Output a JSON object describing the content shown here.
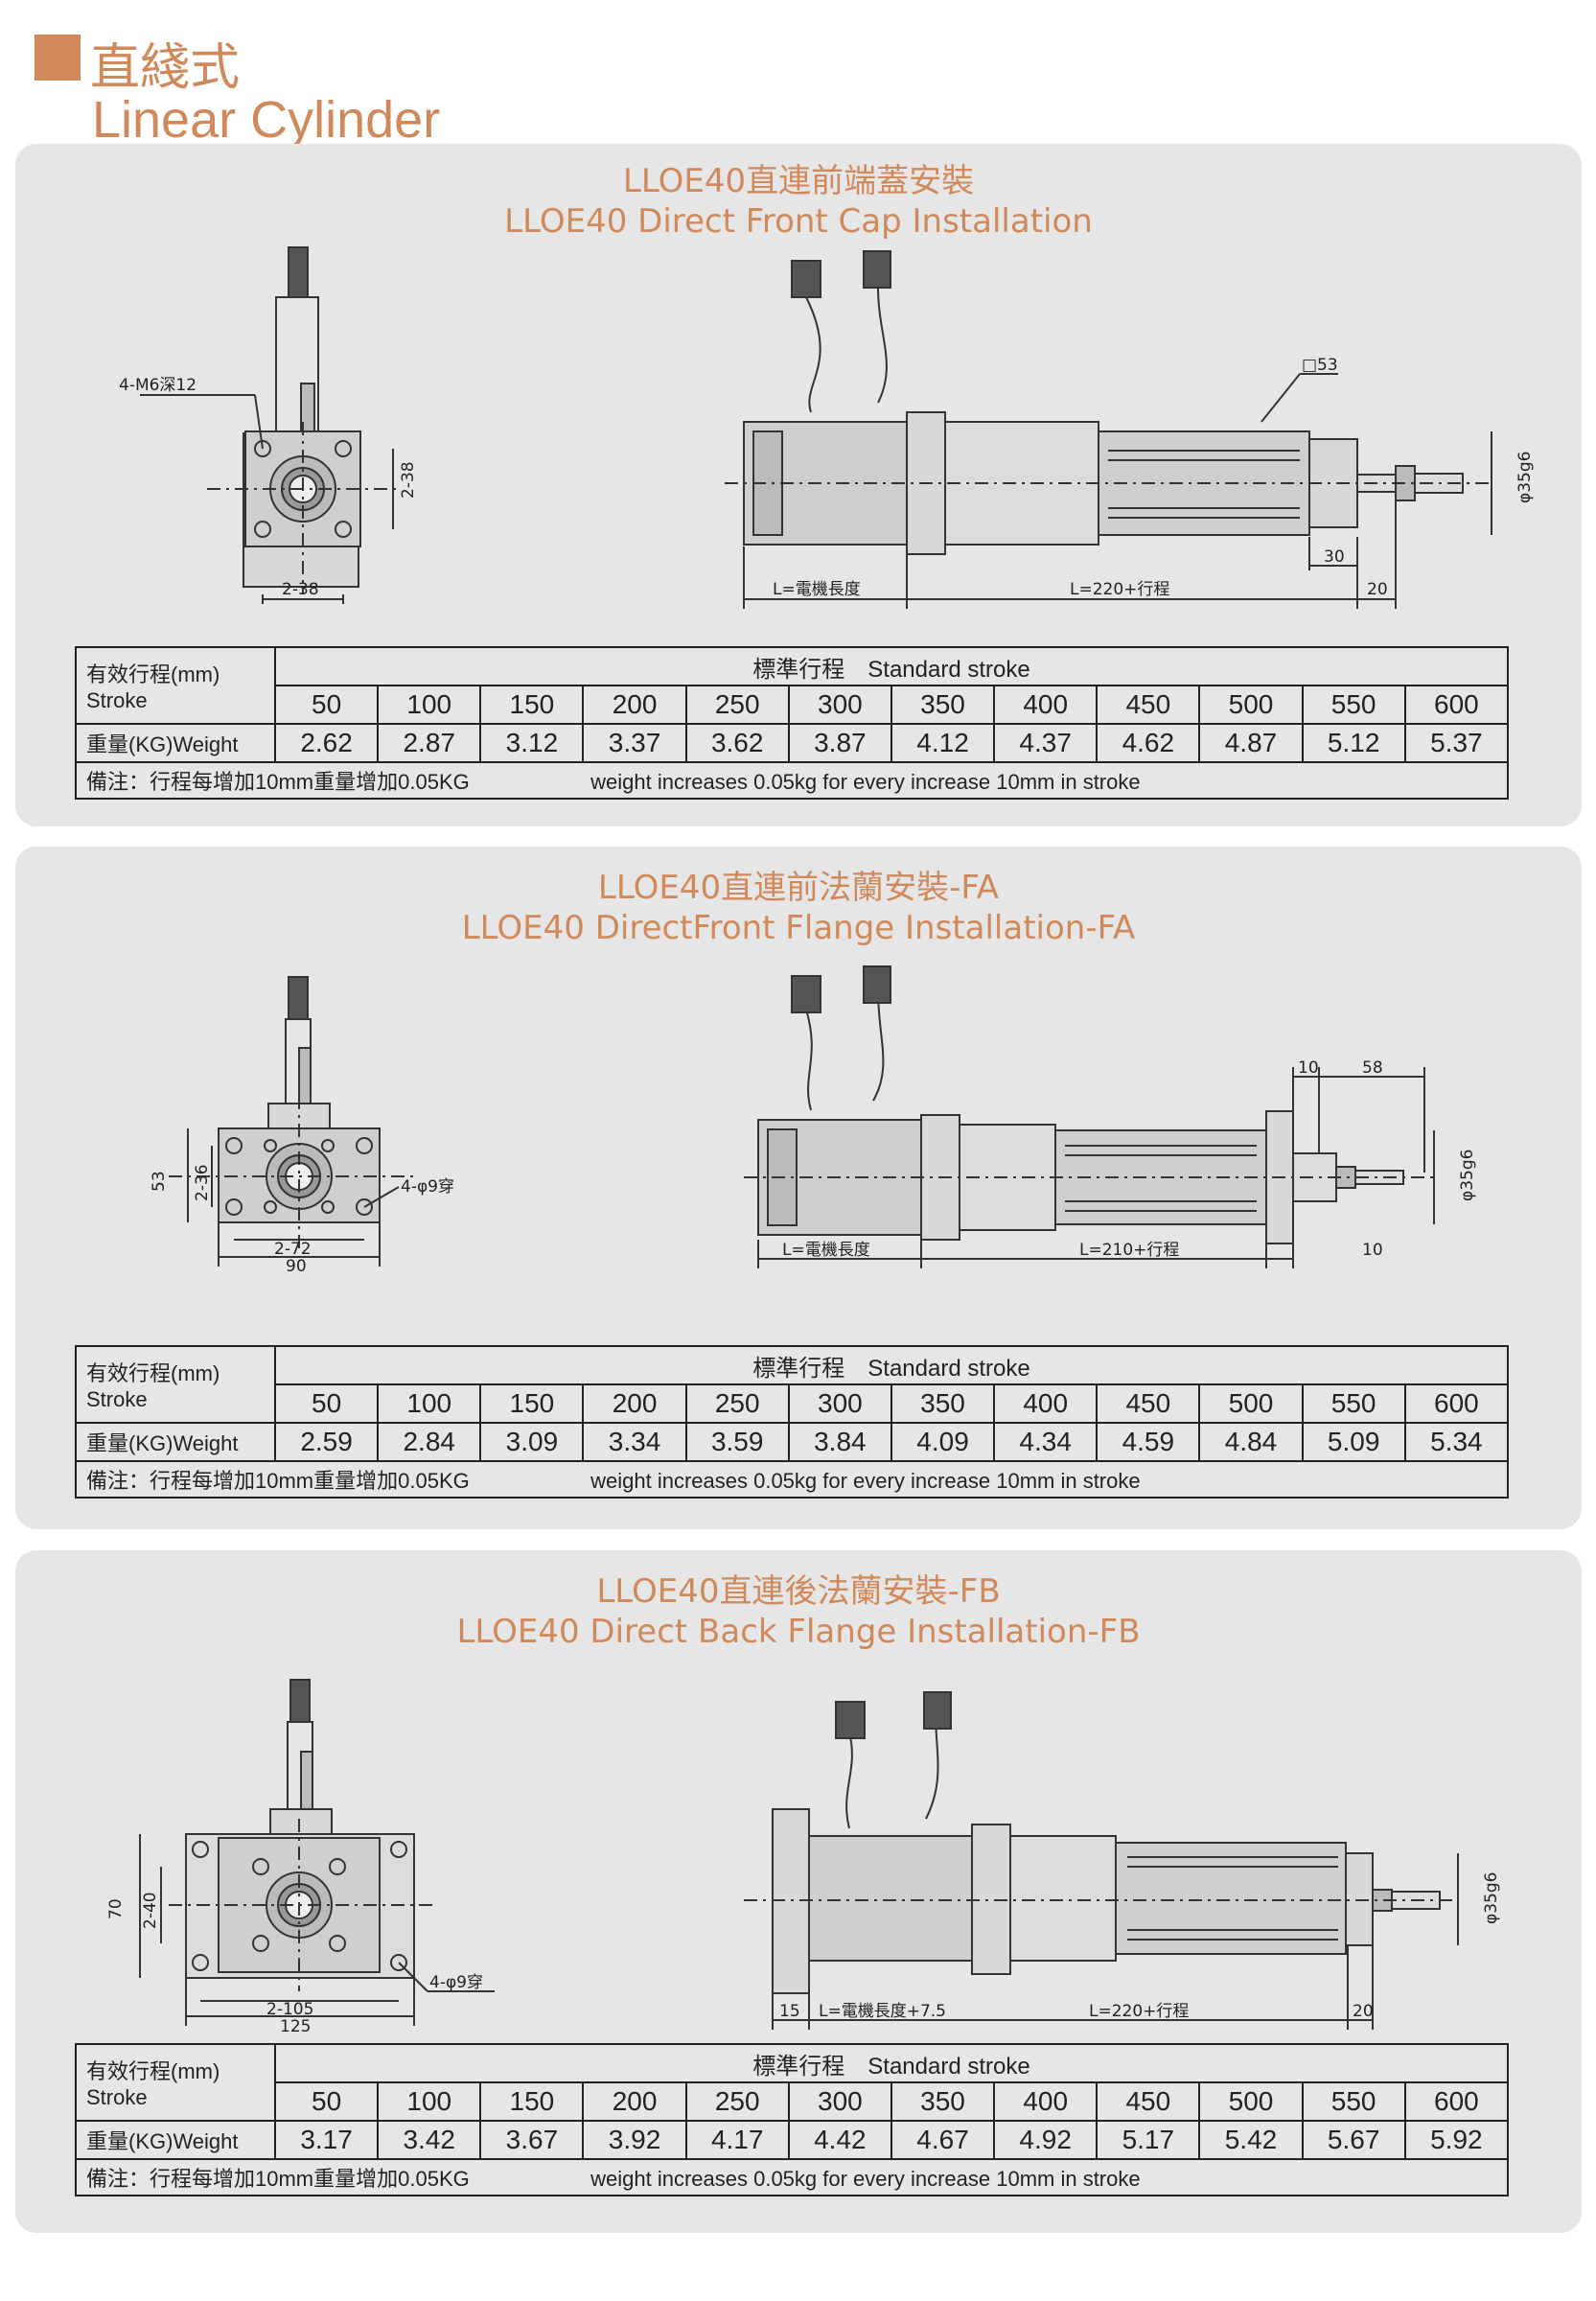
{
  "header": {
    "title_cn": "直綫式",
    "title_en": "Linear Cylinder"
  },
  "colors": {
    "accent": "#d0895a",
    "panel_bg": "#e6e6e7"
  },
  "strokes": [
    "50",
    "100",
    "150",
    "200",
    "250",
    "300",
    "350",
    "400",
    "450",
    "500",
    "550",
    "600"
  ],
  "panels": [
    {
      "title_cn": "LLOE40直連前端蓋安裝",
      "title_en": "LLOE40 Direct Front Cap Installation",
      "dims": {
        "holes": "4-M6深12",
        "side": "2-38",
        "bottom": "2-38",
        "square": "□53",
        "shaft": "φ35g6",
        "motor_len": "L=電機長度",
        "body_len": "L=220+行程",
        "d30": "30",
        "d20": "20"
      },
      "table": {
        "label_stroke": "有效行程(mm)\nStroke",
        "label_stroke_cn": "有效行程(mm)",
        "label_stroke_en": "Stroke",
        "std": "標準行程　Standard stroke",
        "label_weight": "重量(KG)Weight",
        "weights": [
          "2.62",
          "2.87",
          "3.12",
          "3.37",
          "3.62",
          "3.87",
          "4.12",
          "4.37",
          "4.62",
          "4.87",
          "5.12",
          "5.37"
        ],
        "note_cn": "備注：行程每增加10mm重量增加0.05KG",
        "note_en": "weight increases 0.05kg for every increase 10mm in stroke"
      }
    },
    {
      "title_cn": "LLOE40直連前法蘭安裝-FA",
      "title_en": "LLOE40 DirectFront Flange Installation-FA",
      "dims": {
        "h53": "53",
        "h36": "2-36",
        "holes": "4-φ9穿",
        "w72": "2-72",
        "w90": "90",
        "d10a": "10",
        "d58": "58",
        "shaft": "φ35g6",
        "motor_len": "L=電機長度",
        "body_len": "L=210+行程",
        "d10b": "10"
      },
      "table": {
        "label_stroke_cn": "有效行程(mm)",
        "label_stroke_en": "Stroke",
        "std": "標準行程　Standard stroke",
        "label_weight": "重量(KG)Weight",
        "weights": [
          "2.59",
          "2.84",
          "3.09",
          "3.34",
          "3.59",
          "3.84",
          "4.09",
          "4.34",
          "4.59",
          "4.84",
          "5.09",
          "5.34"
        ],
        "note_cn": "備注：行程每增加10mm重量增加0.05KG",
        "note_en": "weight increases 0.05kg for every increase 10mm in stroke"
      }
    },
    {
      "title_cn": "LLOE40直連後法蘭安裝-FB",
      "title_en": "LLOE40 Direct Back Flange Installation-FB",
      "dims": {
        "h70": "70",
        "h40": "2-40",
        "holes": "4-φ9穿",
        "w105": "2-105",
        "w125": "125",
        "shaft": "φ35g6",
        "d15": "15",
        "motor_len": "L=電機長度+7.5",
        "body_len": "L=220+行程",
        "d20": "20"
      },
      "table": {
        "label_stroke_cn": "有效行程(mm)",
        "label_stroke_en": "Stroke",
        "std": "標準行程　Standard stroke",
        "label_weight": "重量(KG)Weight",
        "weights": [
          "3.17",
          "3.42",
          "3.67",
          "3.92",
          "4.17",
          "4.42",
          "4.67",
          "4.92",
          "5.17",
          "5.42",
          "5.67",
          "5.92"
        ],
        "note_cn": "備注：行程每增加10mm重量增加0.05KG",
        "note_en": "weight increases 0.05kg for every increase 10mm in stroke"
      }
    }
  ]
}
